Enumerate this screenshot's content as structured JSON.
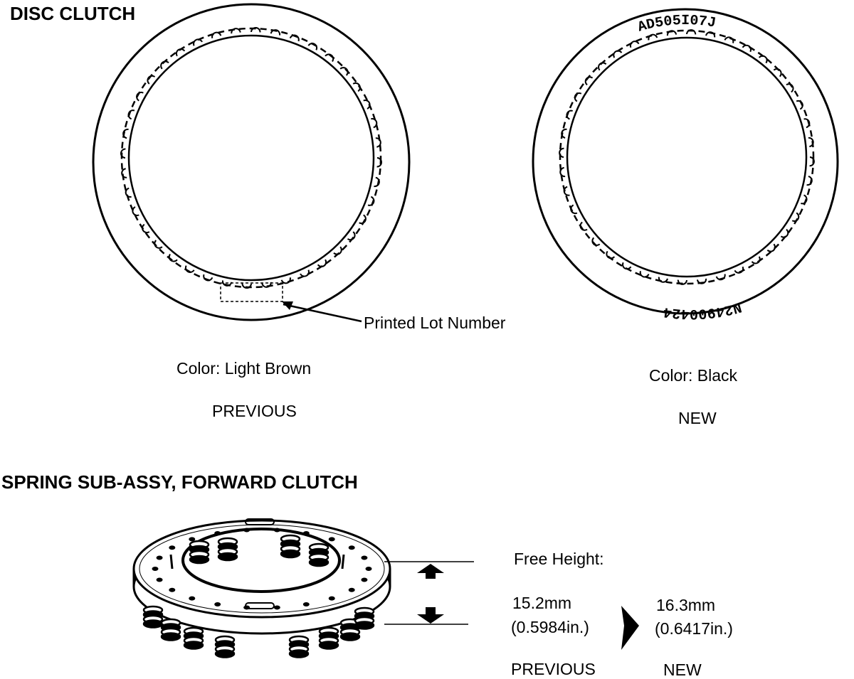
{
  "disc_clutch": {
    "heading": "DISC CLUTCH",
    "previous": {
      "color_label": "Color:  Light Brown",
      "caption": "PREVIOUS",
      "callout": "Printed Lot Number"
    },
    "new": {
      "color_label": "Color:  Black",
      "caption": "NEW",
      "lot_code_top": "AD505I07J",
      "lot_code_bottom": "N24900424"
    }
  },
  "spring_sub_assy": {
    "heading": "SPRING SUB-ASSY, FORWARD CLUTCH",
    "free_height_label": "Free Height:",
    "previous": {
      "value_mm": "15.2mm",
      "value_in": "(0.5984in.)",
      "caption": "PREVIOUS"
    },
    "new": {
      "value_mm": "16.3mm",
      "value_in": "(0.6417in.)",
      "caption": "NEW"
    }
  }
}
